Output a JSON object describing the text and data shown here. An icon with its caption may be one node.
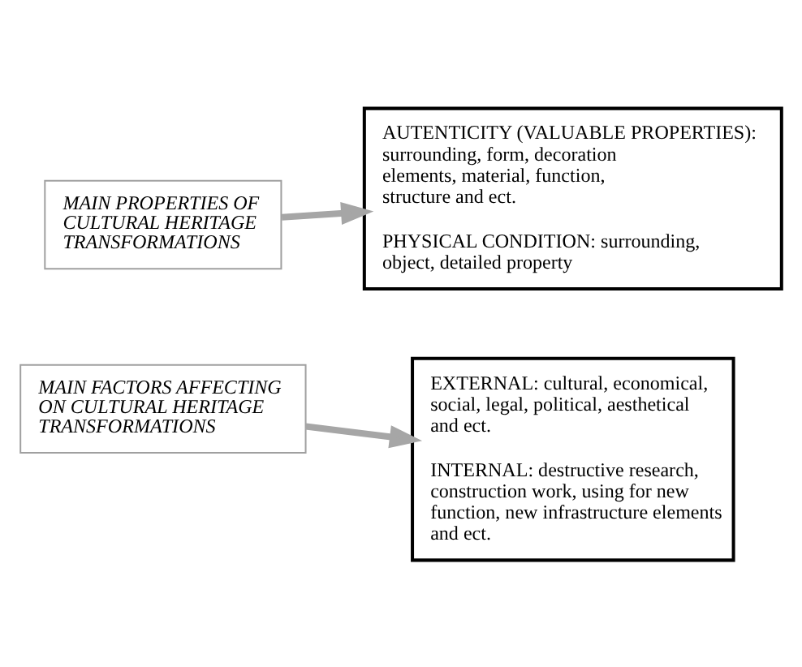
{
  "diagram": {
    "nodes": [
      {
        "text": [
          "MAIN PROPERTIES OF CULTURAL HERITAGE TRANSFORMATIONS"
        ]
      },
      {
        "text": [
          "AUTENTICITY (VALUABLE PROPERTIES): surrounding, form, decoration elements, material, function, structure and ect.",
          "PHYSICAL CONDITION: surrounding, object, detailed property"
        ]
      },
      {
        "text": [
          "MAIN FACTORS AFFECTING ON CULTURAL HERITAGE TRANSFORMATIONS"
        ]
      },
      {
        "text": [
          "EXTERNAL: cultural, economical, social, legal, political, aesthetical and ect.",
          "INTERNAL: destructive research, construction work, using for new function, new infrastructure elements and ect."
        ]
      }
    ],
    "edges": [
      {
        "from": 0,
        "to": 1,
        "arrow": "to"
      },
      {
        "from": 2,
        "to": 3,
        "arrow": "to"
      }
    ]
  }
}
